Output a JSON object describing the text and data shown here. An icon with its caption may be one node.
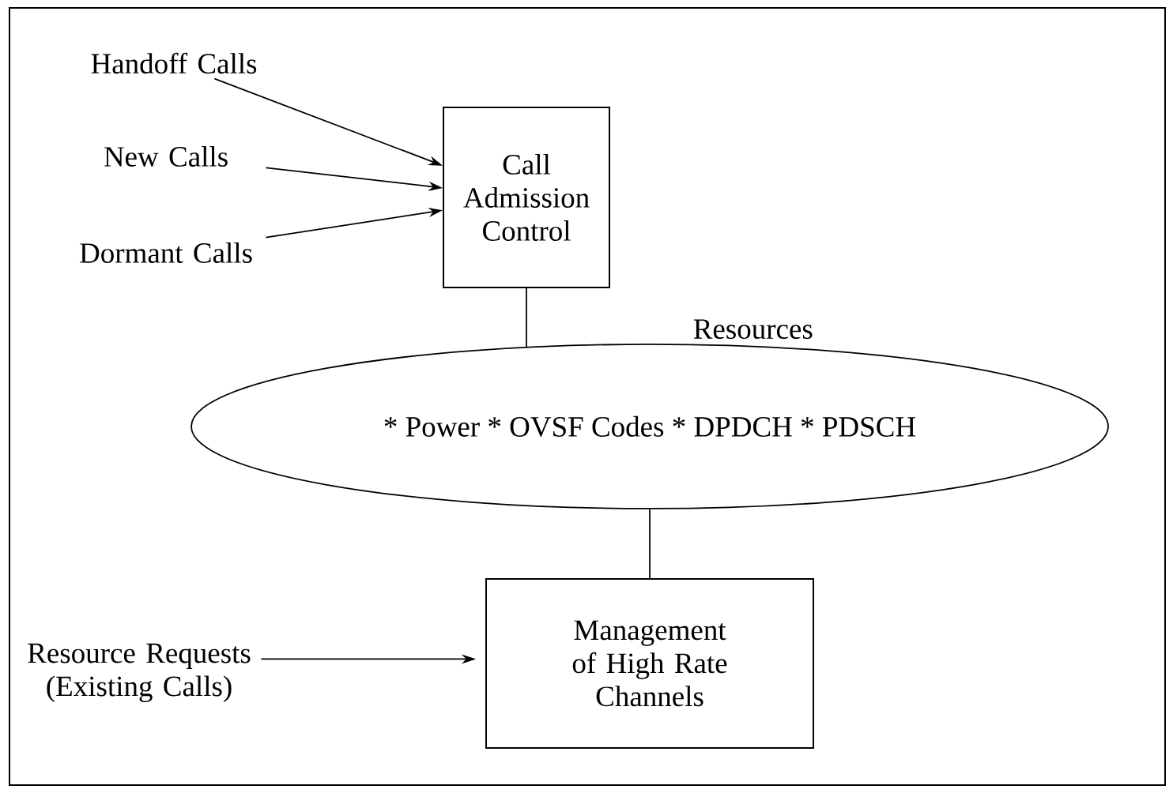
{
  "diagram": {
    "nodes": [
      {
        "text": [
          "Handoff Calls"
        ]
      },
      {
        "text": [
          "New Calls"
        ]
      },
      {
        "text": [
          "Dormant Calls"
        ]
      },
      {
        "text": [
          "Call Admission Control"
        ]
      },
      {
        "text": [
          "* Power * OVSF Codes * DPDCH * PDSCH"
        ],
        "beside": [
          "Resources"
        ]
      },
      {
        "text": [
          "Management of High Rate Channels"
        ]
      },
      {
        "text": [
          "Resource Requests (Existing Calls)"
        ]
      }
    ],
    "edges": [
      {
        "from": 0,
        "to": 3,
        "arrow": "to"
      },
      {
        "from": 1,
        "to": 3,
        "arrow": "to"
      },
      {
        "from": 2,
        "to": 3,
        "arrow": "to"
      },
      {
        "from": 3,
        "to": 4,
        "arrow": "none"
      },
      {
        "from": 4,
        "to": 5,
        "arrow": "none"
      },
      {
        "from": 6,
        "to": 5,
        "arrow": "to"
      }
    ]
  }
}
